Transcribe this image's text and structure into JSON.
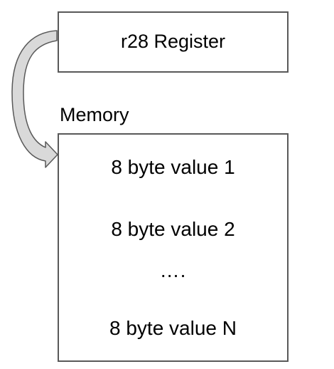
{
  "register": {
    "label": "r28 Register"
  },
  "memory": {
    "label": "Memory",
    "rows": [
      "8 byte value 1",
      "8 byte value 2",
      "….",
      "8 byte value N"
    ]
  },
  "colors": {
    "box_border": "#595959",
    "arrow_fill": "#d9d9d9",
    "arrow_stroke": "#595959"
  }
}
